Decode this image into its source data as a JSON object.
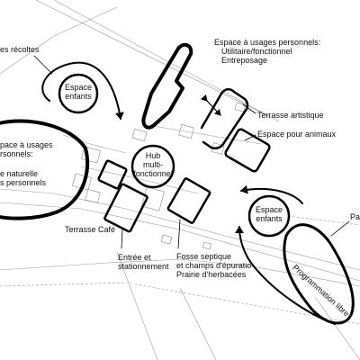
{
  "labels": {
    "recoltes": "es récoltes",
    "espace_enfants_top_1": "Espace",
    "espace_enfants_top_2": "enfants",
    "usages_perso_top_1": "Espace à usages personnels:",
    "usages_perso_top_2": "Utilitaire/fonctionnel",
    "usages_perso_top_3": "Entreposage",
    "usages_perso_left_1": "pace à usages",
    "usages_perso_left_2": "rsonnels:",
    "usages_perso_left_3": "e naturelle",
    "usages_perso_left_4": "s personnels",
    "terrasse_artistique": "Terrasse artistique",
    "espace_animaux": "Espace pour animaux",
    "hub_1": "Hub",
    "hub_2": "multi-",
    "hub_3": "fonctionnel",
    "terrasse_cafe": "Terrasse Café",
    "entree_1": "Entrée et",
    "entree_2": "stationnement",
    "fosse_1": "Fosse septique",
    "fosse_2": "et champs d'épuratio",
    "fosse_3": "Prairie d'herbacées",
    "espace_enfants_right_1": "Espace",
    "espace_enfants_right_2": "enfants",
    "programmation_libre": "Programmation libre",
    "pa": "Pa"
  }
}
